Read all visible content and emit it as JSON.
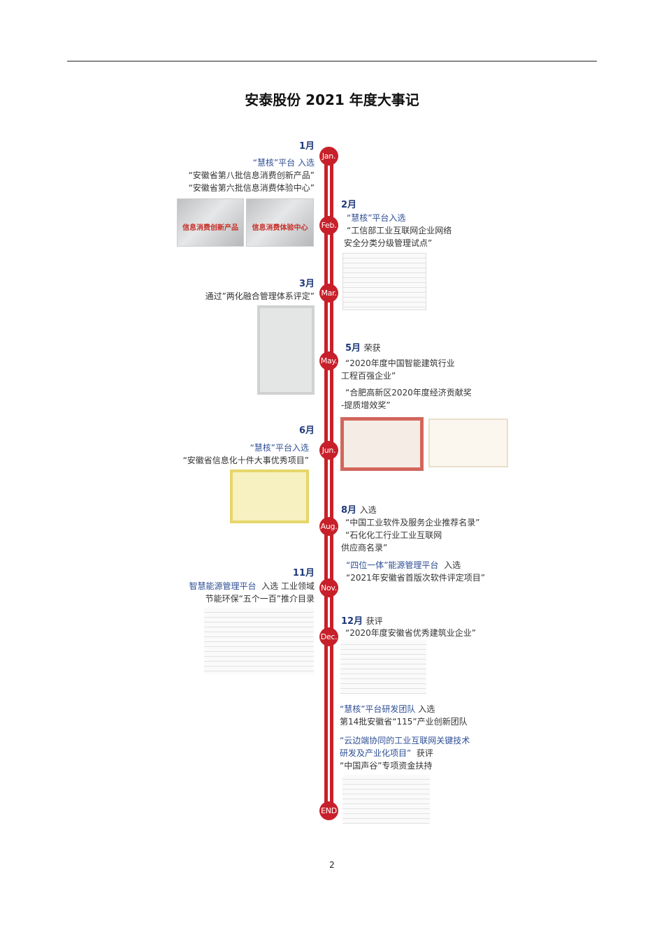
{
  "page": {
    "title": "安泰股份 2021 年度大事记",
    "page_number": "2"
  },
  "colors": {
    "timeline": "#c8202a",
    "month": "#1f3a7a",
    "highlight": "#2f4f95"
  },
  "nodes": [
    "Jan.",
    "Feb.",
    "Mar.",
    "May.",
    "Jun.",
    "Aug.",
    "Nov.",
    "Dec.",
    "END"
  ],
  "events": {
    "jan": {
      "month": "1月",
      "lines": [
        "“慧核”平台 入选",
        "“安徽省第八批信息消费创新产品”",
        "“安徽省第六批信息消费体验中心”"
      ],
      "plates": [
        "信息消费创新产品",
        "信息消费体验中心"
      ]
    },
    "feb": {
      "month": "2月",
      "lines": [
        "“慧核”平台入选",
        "“工信部工业互联网企业网络",
        "安全分类分级管理试点”"
      ]
    },
    "mar": {
      "month": "3月",
      "lines": [
        "通过”两化融合管理体系评定”"
      ]
    },
    "may": {
      "month": "5月",
      "suffix": "荣获",
      "lines": [
        "“2020年度中国智能建筑行业",
        "工程百强企业”",
        "“合肥高新区2020年度经济贡献奖",
        "-提质增效奖”"
      ]
    },
    "jun": {
      "month": "6月",
      "lines": [
        "“慧核”平台入选",
        "“安徽省信息化十件大事优秀项目”"
      ]
    },
    "aug": {
      "month": "8月",
      "suffix": "入选",
      "lines": [
        "“中国工业软件及服务企业推荐名录”",
        "“石化化工行业工业互联网",
        "供应商名录”",
        "“四位一体”能源管理平台",
        "入选",
        "“2021年安徽省首版次软件评定项目”"
      ]
    },
    "nov": {
      "month": "11月",
      "lines": [
        "智慧能源管理平台",
        "入选 工业领域",
        "节能环保“五个一百”推介目录"
      ]
    },
    "dec": {
      "month": "12月",
      "suffix": "获评",
      "lines": [
        "“2020年度安徽省优秀建筑业企业”",
        "“慧核”平台研发团队",
        "入选",
        "第14批安徽省“115”产业创新团队",
        "“云边端协同的工业互联网关键技术",
        "研发及产业化项目”",
        "获评",
        "“中国声谷”专项资金扶持"
      ]
    }
  }
}
